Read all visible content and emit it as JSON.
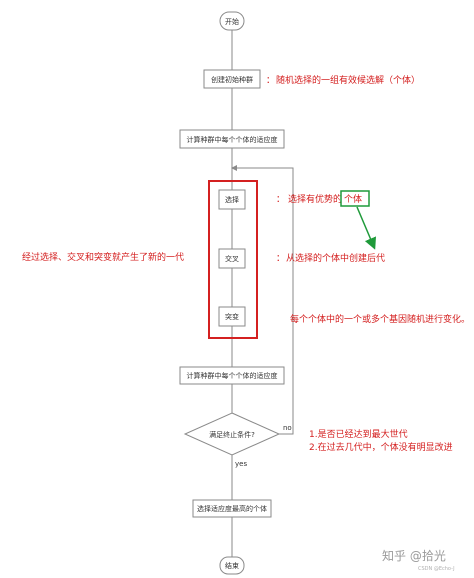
{
  "flowchart": {
    "start": "开始",
    "init_population": "创建初始种群",
    "compute_fitness_1": "计算种群中每个个体的适应度",
    "select": "选择",
    "crossover": "交叉",
    "mutate": "突变",
    "compute_fitness_2": "计算种群中每个个体的适应度",
    "stop_condition": "满足终止条件?",
    "no_label": "no",
    "yes_label": "yes",
    "select_best": "选择适应度最高的个体",
    "end": "结束"
  },
  "annotations": {
    "init_note_colon": "：",
    "init_note": "随机选择的一组有效候选解（个体）",
    "select_note_colon": "：",
    "select_note_prefix": "选择有优势的",
    "select_note_highlight": "个体",
    "crossover_note_colon": "：",
    "crossover_note": "从选择的个体中创建后代",
    "mutate_note": "每个个体中的一个或多个基因随机进行变化。",
    "left_note": "经过选择、交叉和突变就产生了新的一代",
    "stop_note_1": "1.是否已经达到最大世代",
    "stop_note_2": "2.在过去几代中，个体没有明显改进"
  },
  "watermark": {
    "brand": "知乎 @拾光",
    "csdn": "CSDN @Echo-J"
  },
  "colors": {
    "node_border": "#8a8a8a",
    "annotation_red": "#d42020",
    "highlight_green": "#1f9a3a",
    "group_frame_red": "#d42020"
  }
}
